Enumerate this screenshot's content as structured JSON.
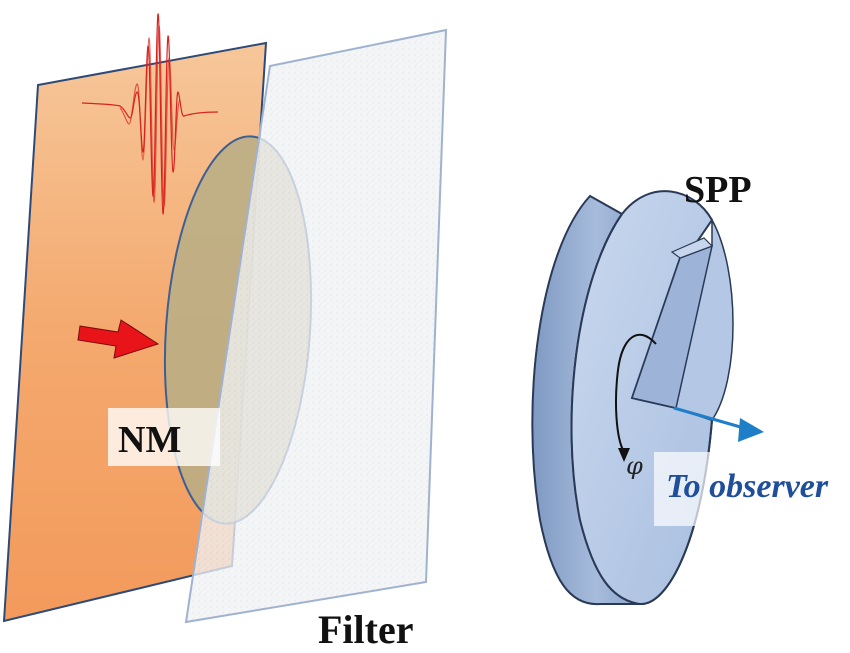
{
  "labels": {
    "nm": "NM",
    "filter": "Filter",
    "spp": "SPP",
    "to_observer": "To observer",
    "phi": "φ"
  },
  "colors": {
    "orange_plate": "#f4a46a",
    "filter_plate": "#eef0f4",
    "lens": "#b7ae86",
    "pulse": "#d8231f",
    "arrow_red": "#e8141a",
    "spp_face": "#b9cbe6",
    "spp_side": "#8fa8cf",
    "observer_arrow": "#1e7fc8",
    "observer_text": "#1f4e9a"
  },
  "icons": {
    "input_arrow": "red-arrow-icon",
    "output_arrow": "blue-arrow-icon",
    "rotation": "curved-arrow-icon"
  }
}
